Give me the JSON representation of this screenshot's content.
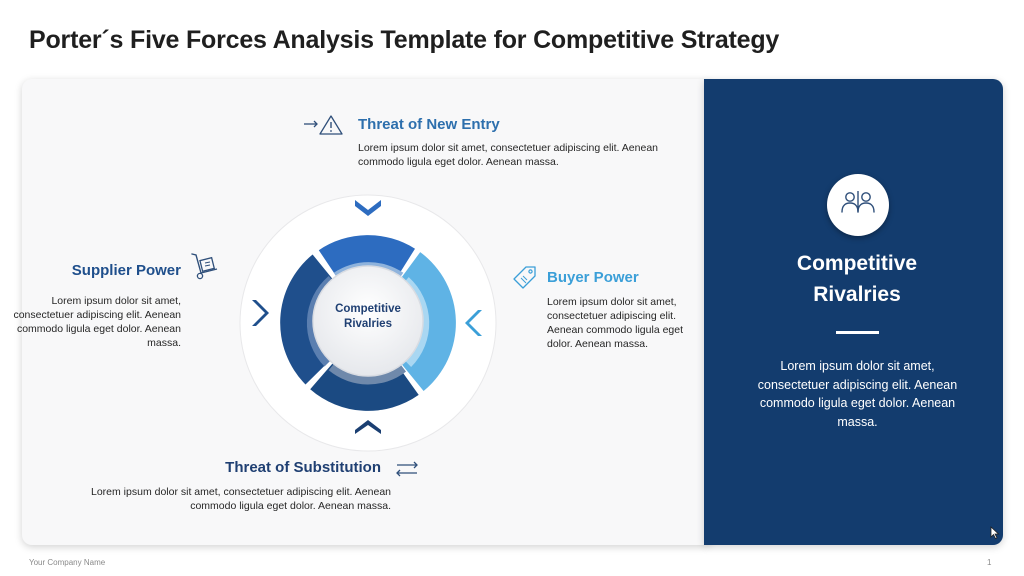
{
  "slide": {
    "title": "Porter´s Five Forces Analysis Template for Competitive Strategy"
  },
  "forces": {
    "new_entry": {
      "heading": "Threat of New Entry",
      "text": "Lorem ipsum dolor sit amet, consectetuer adipiscing elit. Aenean commodo ligula eget dolor. Aenean massa.",
      "icon": "warning-arrow-icon",
      "color": "#2d6fad"
    },
    "supplier": {
      "heading": "Supplier Power",
      "text": "Lorem ipsum dolor sit amet, consectetuer adipiscing elit. Aenean commodo ligula eget dolor. Aenean massa.",
      "icon": "hand-truck-icon",
      "color": "#1f4f8c"
    },
    "buyer": {
      "heading": "Buyer Power",
      "text": "Lorem ipsum dolor sit amet, consectetuer adipiscing elit. Aenean commodo ligula eget dolor. Aenean massa.",
      "icon": "price-tag-icon",
      "color": "#3b9fd8"
    },
    "substitution": {
      "heading": "Threat of Substitution",
      "text": "Lorem ipsum dolor sit amet, consectetuer adipiscing elit. Aenean commodo ligula eget dolor. Aenean massa.",
      "icon": "swap-arrows-icon",
      "color": "#1f3f72"
    }
  },
  "center": {
    "line1": "Competitive",
    "line2": "Rivalries"
  },
  "rivalry_panel": {
    "title_line1": "Competitive",
    "title_line2": "Rivalries",
    "text": "Lorem ipsum dolor sit amet, consectetuer adipiscing elit. Aenean commodo ligula eget dolor. Aenean massa.",
    "icon": "people-icon",
    "background": "#133c6e"
  },
  "footer": {
    "company": "Your Company Name",
    "page_number": "1"
  }
}
